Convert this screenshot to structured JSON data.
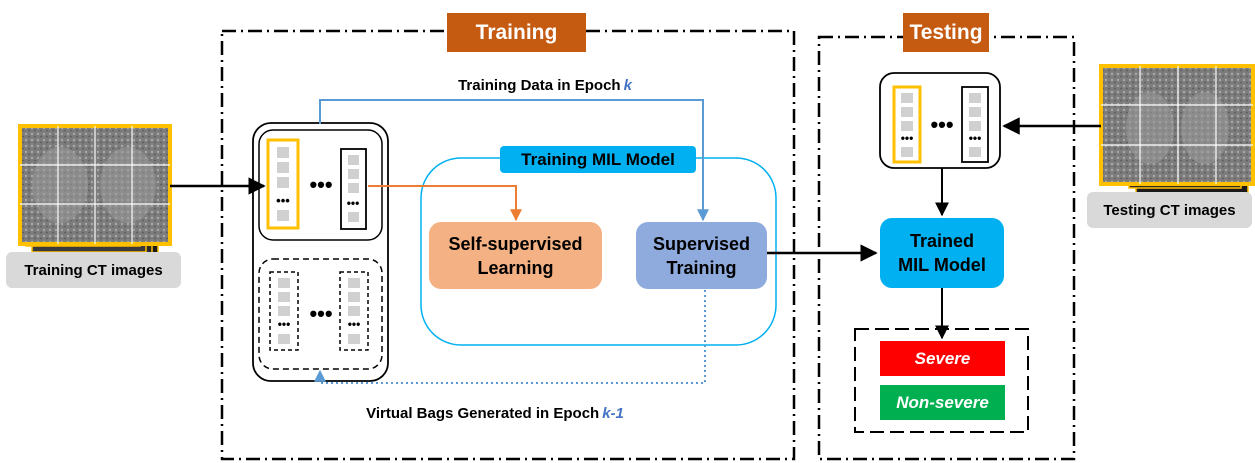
{
  "sections": {
    "training_title": "Training",
    "testing_title": "Testing"
  },
  "inputs": {
    "training_ct_label": "Training CT images",
    "testing_ct_label": "Testing CT images"
  },
  "flow": {
    "epoch_label": "Training Data in Epoch ",
    "epoch_var": "k",
    "virtual_label": "Virtual Bags Generated in Epoch ",
    "virtual_var": "k-1"
  },
  "model": {
    "training_mil_title": "Training MIL Model",
    "self_supervised_line1": "Self-supervised",
    "self_supervised_line2": "Learning",
    "supervised_line1": "Supervised",
    "supervised_line2": "Training",
    "trained_line1": "Trained",
    "trained_line2": "MIL Model"
  },
  "outputs": {
    "severe": "Severe",
    "non_severe": "Non-severe"
  },
  "colors": {
    "section_header": "#c55a11",
    "ct_border": "#ffc000",
    "self_supervised": "#f4b183",
    "supervised": "#8faadc",
    "trained_model": "#00b0f0",
    "training_mil_title_bg": "#00b0f0",
    "training_mil_frame": "#00b0f0",
    "blue_arrow": "#5b9bd5",
    "orange_arrow": "#ed7d31",
    "severe": "#ff0000",
    "non_severe": "#00b050",
    "grey_tag": "#d9d9d9",
    "k_text": "#4472c4"
  },
  "icons": {
    "ct_stack": "stacked-ct-scan-slices",
    "bag": "instance-bag-column",
    "ellipsis": "bold-horizontal-dots"
  }
}
